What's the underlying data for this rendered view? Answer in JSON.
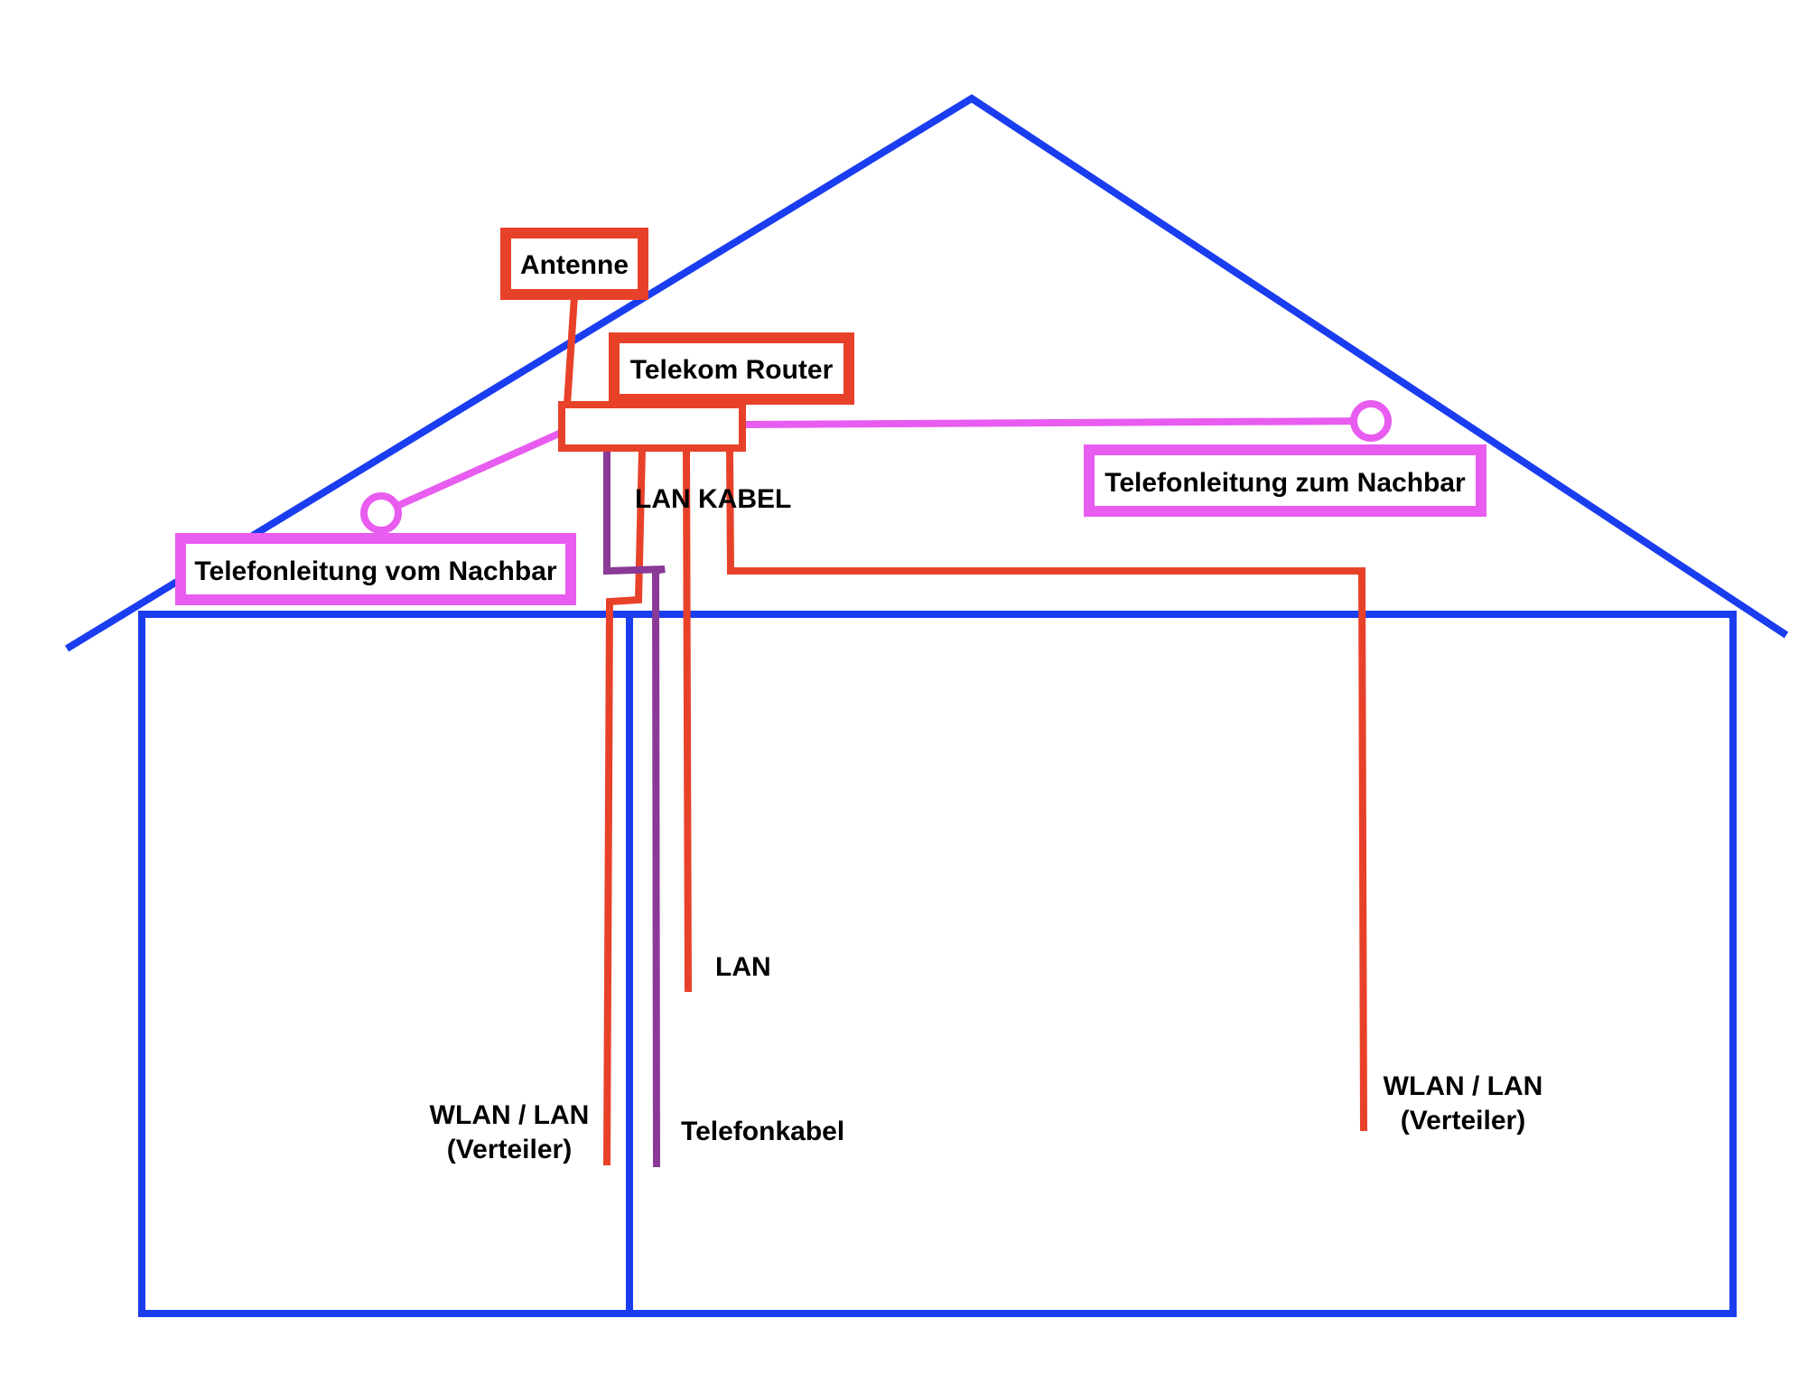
{
  "labels": {
    "antenne": "Antenne",
    "router": "Telekom Router",
    "lan_kabel": "LAN KABEL",
    "tel_zum": "Telefonleitung zum Nachbar",
    "tel_vom": "Telefonleitung vom Nachbar",
    "lan": "LAN",
    "wlan_left_line1": "WLAN / LAN",
    "wlan_left_line2": "(Verteiler)",
    "telefonkabel": "Telefonkabel",
    "wlan_right_line1": "WLAN / LAN",
    "wlan_right_line2": "(Verteiler)"
  },
  "colors": {
    "house": "#1a3df0",
    "lan_cable": "#e8412a",
    "phone_line": "#e85cf0",
    "phone_cable": "#8a3a96",
    "router_fill": "#ffffff"
  }
}
